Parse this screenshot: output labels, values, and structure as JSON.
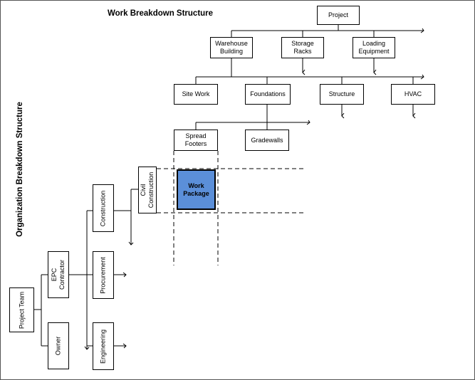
{
  "titles": {
    "wbs": "Work Breakdown Structure",
    "obs": "Organization Breakdown Structure"
  },
  "wbs": {
    "project": "Project",
    "warehouse_building": "Warehouse\nBuilding",
    "storage_racks": "Storage\nRacks",
    "loading_equipment": "Loading\nEquipment",
    "site_work": "Site Work",
    "foundations": "Foundations",
    "structure": "Structure",
    "hvac": "HVAC",
    "spread_footers": "Spread\nFooters",
    "gradewalls": "Gradewalls"
  },
  "obs": {
    "project_team": "Project Team",
    "epc_contractor": "EPC\nContractor",
    "owner": "Owner",
    "construction": "Construction",
    "procurement": "Procurement",
    "engineering": "Engineering",
    "civil_construction": "Civil\nConstruction"
  },
  "work_package": "Work\nPackage",
  "colors": {
    "work_package_fill": "#5b8fd9",
    "line": "#000000",
    "frame": "#555555"
  }
}
